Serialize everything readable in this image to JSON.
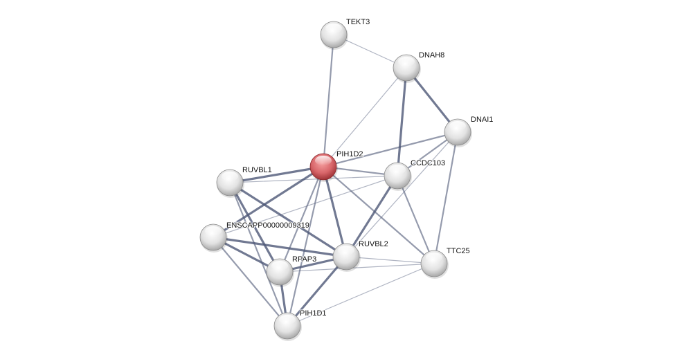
{
  "colors": {
    "edge": "#4e5877",
    "query_node": "#d0585c",
    "node": "#e6e6e6"
  },
  "nodes": [
    {
      "id": "TEKT3",
      "label": "TEKT3",
      "query": false
    },
    {
      "id": "DNAH8",
      "label": "DNAH8",
      "query": false
    },
    {
      "id": "DNAI1",
      "label": "DNAI1",
      "query": false
    },
    {
      "id": "PIH1D2",
      "label": "PIH1D2",
      "query": true
    },
    {
      "id": "CCDC103",
      "label": "CCDC103",
      "query": false
    },
    {
      "id": "RUVBL1",
      "label": "RUVBL1",
      "query": false
    },
    {
      "id": "ENSCAPP",
      "label": "ENSCAPP00000009319",
      "query": false
    },
    {
      "id": "RUVBL2",
      "label": "RUVBL2",
      "query": false
    },
    {
      "id": "RPAP3",
      "label": "RPAP3",
      "query": false
    },
    {
      "id": "TTC25",
      "label": "TTC25",
      "query": false
    },
    {
      "id": "PIH1D1",
      "label": "PIH1D1",
      "query": false
    }
  ],
  "edges": [
    [
      "TEKT3",
      "DNAH8",
      1
    ],
    [
      "TEKT3",
      "PIH1D2",
      2
    ],
    [
      "DNAH8",
      "PIH1D2",
      1
    ],
    [
      "DNAH8",
      "CCDC103",
      3
    ],
    [
      "DNAH8",
      "DNAI1",
      3
    ],
    [
      "DNAI1",
      "PIH1D2",
      2
    ],
    [
      "DNAI1",
      "CCDC103",
      2
    ],
    [
      "DNAI1",
      "TTC25",
      2
    ],
    [
      "DNAI1",
      "RUVBL2",
      1
    ],
    [
      "PIH1D2",
      "CCDC103",
      2
    ],
    [
      "PIH1D2",
      "RUVBL1",
      3
    ],
    [
      "PIH1D2",
      "ENSCAPP",
      3
    ],
    [
      "PIH1D2",
      "RUVBL2",
      3
    ],
    [
      "PIH1D2",
      "RPAP3",
      2
    ],
    [
      "PIH1D2",
      "PIH1D1",
      2
    ],
    [
      "PIH1D2",
      "TTC25",
      2
    ],
    [
      "RUVBL1",
      "CCDC103",
      1
    ],
    [
      "ENSCAPP",
      "CCDC103",
      1
    ],
    [
      "CCDC103",
      "RUVBL2",
      3
    ],
    [
      "CCDC103",
      "TTC25",
      2
    ],
    [
      "RUVBL1",
      "RUVBL2",
      3
    ],
    [
      "RUVBL1",
      "RPAP3",
      3
    ],
    [
      "RUVBL1",
      "PIH1D1",
      2
    ],
    [
      "ENSCAPP",
      "RUVBL2",
      3
    ],
    [
      "ENSCAPP",
      "RPAP3",
      3
    ],
    [
      "ENSCAPP",
      "PIH1D1",
      2
    ],
    [
      "RUVBL2",
      "RPAP3",
      3
    ],
    [
      "RUVBL2",
      "PIH1D1",
      3
    ],
    [
      "RUVBL2",
      "TTC25",
      1
    ],
    [
      "RPAP3",
      "PIH1D1",
      3
    ],
    [
      "RPAP3",
      "TTC25",
      1
    ],
    [
      "PIH1D1",
      "TTC25",
      1
    ]
  ]
}
